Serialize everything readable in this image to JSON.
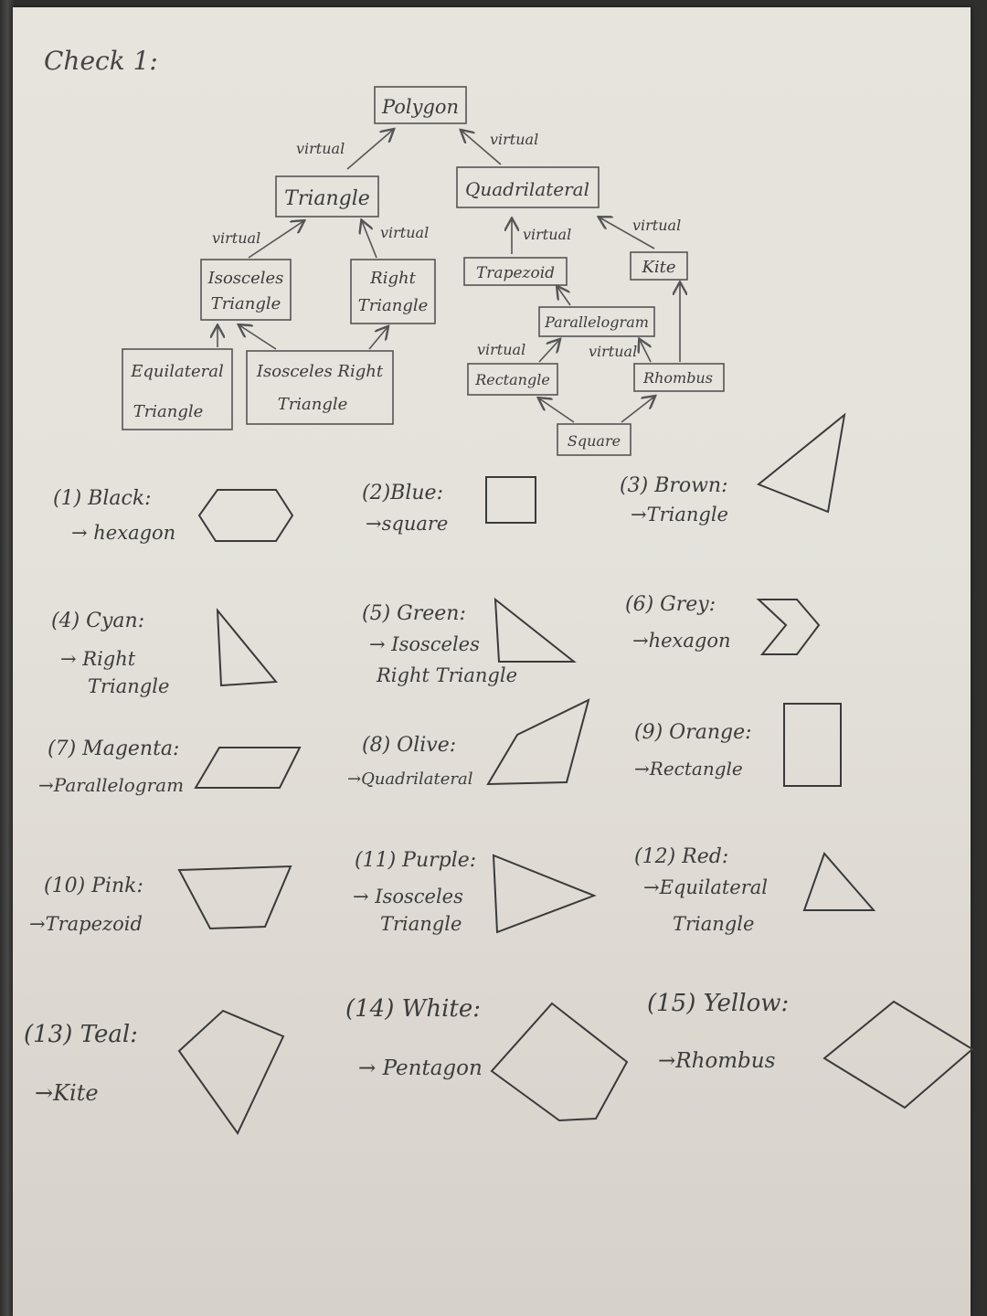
{
  "title": "Check 1:",
  "hierarchy": {
    "edge_label": "virtual",
    "nodes": {
      "polygon": "Polygon",
      "triangle": "Triangle",
      "quadrilateral": "Quadrilateral",
      "isosceles_1": "Isosceles",
      "isosceles_2": "Triangle",
      "right_1": "Right",
      "right_2": "Triangle",
      "equilateral_1": "Equilateral",
      "equilateral_2": "Triangle",
      "isosceles_right_1": "Isosceles Right",
      "isosceles_right_2": "Triangle",
      "trapezoid": "Trapezoid",
      "kite": "Kite",
      "parallelogram": "Parallelogram",
      "rectangle": "Rectangle",
      "rhombus": "Rhombus",
      "square": "Square"
    }
  },
  "checks": [
    {
      "num": "(1)",
      "color": "Black:",
      "result": [
        "→ hexagon"
      ]
    },
    {
      "num": "(2)",
      "color": "Blue:",
      "result": [
        "→square"
      ]
    },
    {
      "num": "(3)",
      "color": "Brown:",
      "result": [
        "→Triangle"
      ]
    },
    {
      "num": "(4)",
      "color": "Cyan:",
      "result": [
        "→ Right",
        "Triangle"
      ]
    },
    {
      "num": "(5)",
      "color": "Green:",
      "result": [
        "→ Isosceles",
        "Right Triangle"
      ]
    },
    {
      "num": "(6)",
      "color": "Grey:",
      "result": [
        "→hexagon"
      ]
    },
    {
      "num": "(7)",
      "color": "Magenta:",
      "result": [
        "→Parallelogram"
      ]
    },
    {
      "num": "(8)",
      "color": "Olive:",
      "result": [
        "→Quadrilateral"
      ]
    },
    {
      "num": "(9)",
      "color": "Orange:",
      "result": [
        "→Rectangle"
      ]
    },
    {
      "num": "(10)",
      "color": "Pink:",
      "result": [
        "→Trapezoid"
      ]
    },
    {
      "num": "(11)",
      "color": "Purple:",
      "result": [
        "→ Isosceles",
        "Triangle"
      ]
    },
    {
      "num": "(12)",
      "color": "Red:",
      "result": [
        "→Equilateral",
        "Triangle"
      ]
    },
    {
      "num": "(13)",
      "color": "Teal:",
      "result": [
        "→Kite"
      ]
    },
    {
      "num": "(14)",
      "color": "White:",
      "result": [
        "→ Pentagon"
      ]
    },
    {
      "num": "(15)",
      "color": "Yellow:",
      "result": [
        "→Rhombus"
      ]
    }
  ]
}
